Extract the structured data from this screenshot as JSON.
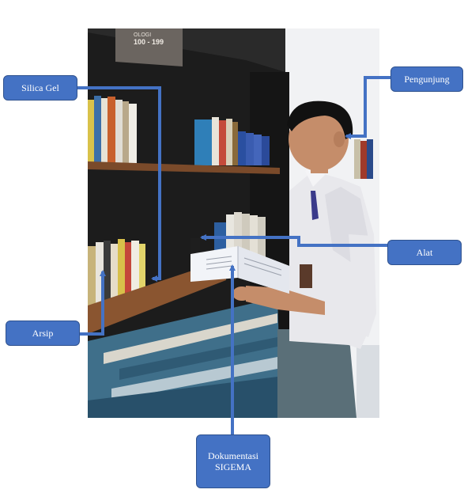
{
  "labels": {
    "silica_gel": "Silica Gel",
    "pengunjung": "Pengunjung",
    "alat": "Alat",
    "arsip": "Arsip",
    "dokumentasi": "Dokumentasi\nSIGEMA"
  },
  "photo": {
    "shelf_sign": "100 - 199",
    "shelf_sign_partial": "OLOGI"
  },
  "colors": {
    "label_fill": "#4472c4",
    "label_border": "#2f528f",
    "label_text": "#ffffff",
    "arrow": "#4472c4",
    "shelf_dark": "#1c1c1c",
    "shelf_wood": "#7a4a2a",
    "shirt": "#e8e8ec",
    "trousers": "#5a6f78",
    "hair": "#111111",
    "skin": "#c58d6a"
  }
}
